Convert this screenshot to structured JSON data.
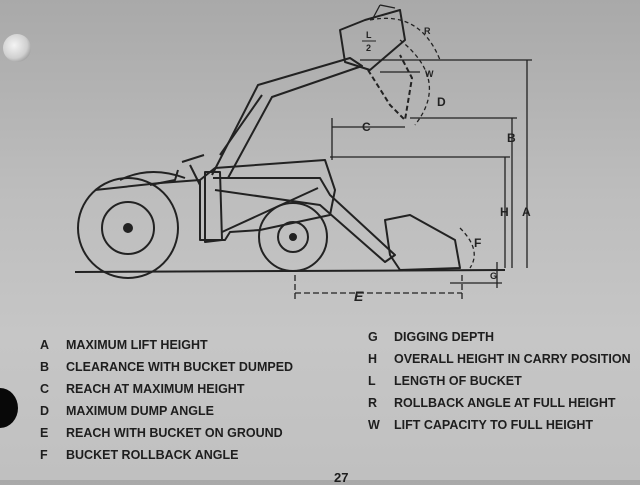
{
  "diagram": {
    "labels": {
      "A": "A",
      "B": "B",
      "C": "C",
      "D": "D",
      "E": "E",
      "F": "F",
      "G": "G",
      "H": "H",
      "L2_num": "L",
      "L2_den": "2",
      "R": "R",
      "W": "W"
    }
  },
  "legend": {
    "left": [
      {
        "key": "A",
        "text": "MAXIMUM LIFT HEIGHT"
      },
      {
        "key": "B",
        "text": "CLEARANCE WITH BUCKET DUMPED"
      },
      {
        "key": "C",
        "text": "REACH AT MAXIMUM HEIGHT"
      },
      {
        "key": "D",
        "text": "MAXIMUM DUMP ANGLE"
      },
      {
        "key": "E",
        "text": "REACH WITH BUCKET ON GROUND"
      },
      {
        "key": "F",
        "text": "BUCKET ROLLBACK ANGLE"
      }
    ],
    "right": [
      {
        "key": "G",
        "text": "DIGGING DEPTH"
      },
      {
        "key": "H",
        "text": "OVERALL HEIGHT IN CARRY POSITION"
      },
      {
        "key": "L",
        "text": "LENGTH OF BUCKET"
      },
      {
        "key": "R",
        "text": "ROLLBACK ANGLE AT FULL HEIGHT"
      },
      {
        "key": "W",
        "text": "LIFT CAPACITY TO FULL HEIGHT"
      }
    ]
  },
  "page_number": "27"
}
